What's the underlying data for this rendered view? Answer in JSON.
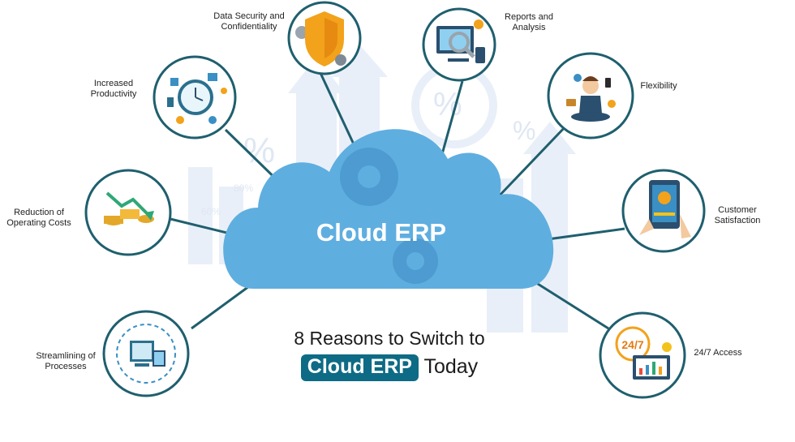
{
  "center_label": "Cloud ERP",
  "reasons": [
    {
      "id": "data-security",
      "label_lines": [
        "Data Security and",
        "Confidentiality"
      ],
      "icon": "shield-icon"
    },
    {
      "id": "reports-analysis",
      "label_lines": [
        "Reports and",
        "Analysis"
      ],
      "icon": "report-analysis-icon"
    },
    {
      "id": "increased-productivity",
      "label_lines": [
        "Increased",
        "Productivity"
      ],
      "icon": "clock-productivity-icon"
    },
    {
      "id": "flexibility",
      "label_lines": [
        "Flexibility"
      ],
      "icon": "meditating-person-icon"
    },
    {
      "id": "reduction-costs",
      "label_lines": [
        "Reduction of",
        "Operating Costs"
      ],
      "icon": "coins-down-icon"
    },
    {
      "id": "customer-satisfaction",
      "label_lines": [
        "Customer",
        "Satisfaction"
      ],
      "icon": "tablet-rating-icon"
    },
    {
      "id": "streamlining-processes",
      "label_lines": [
        "Streamlining of",
        "Processes"
      ],
      "icon": "document-sync-icon"
    },
    {
      "id": "access-24-7",
      "label_lines": [
        "24/7 Access"
      ],
      "icon": "clock-24-7-icon"
    }
  ],
  "heading": {
    "line1": "8 Reasons to Switch to",
    "highlight": "Cloud ERP",
    "line2_suffix": "Today"
  },
  "colors": {
    "cloud": "#5faee0",
    "cloud_gear": "#4d9bd0",
    "ring": "#1f5f6e",
    "line": "#1f5f6e",
    "pill": "#0e6b85",
    "bg_shape": "#e9eff8"
  },
  "background_percents": [
    "%",
    "%",
    "%",
    "60%",
    "80%"
  ]
}
